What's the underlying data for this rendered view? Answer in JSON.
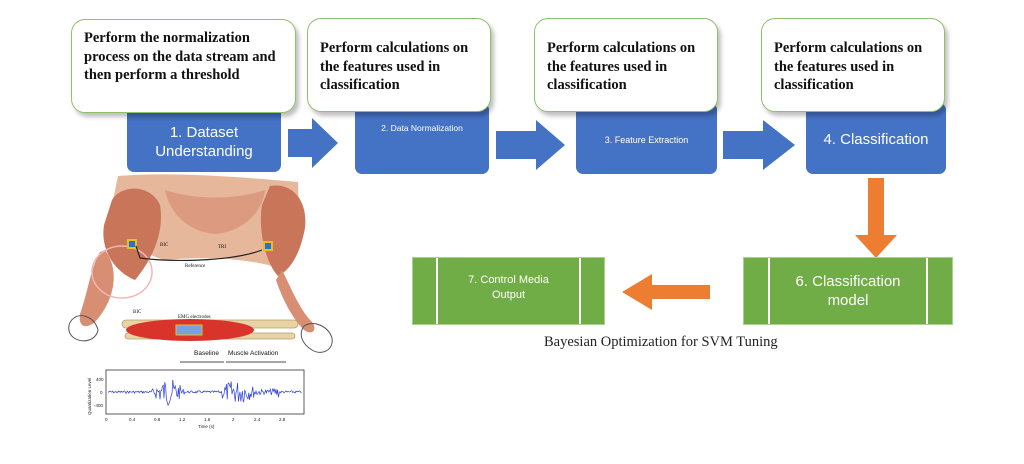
{
  "notes": [
    "Perform the normalization process on the data stream and then perform a threshold",
    "Perform calculations on the features used in classification",
    "Perform calculations on the features used in classification",
    "Perform calculations on the features used in classification"
  ],
  "steps": {
    "s1": "1. Dataset Understanding",
    "s2": "2. Data Normalization",
    "s3": "3. Feature Extraction",
    "s4": "4. Classification",
    "s6": "6. Classification model",
    "s7": "7. Control Media Output"
  },
  "caption": "Bayesian Optimization for SVM Tuning",
  "figure": {
    "bic": "BIC",
    "tri": "TRI",
    "reference": "Reference",
    "bic2": "BIC",
    "emg": "EMG electrodes",
    "baseline": "Baseline",
    "activation": "Muscle Activation",
    "ylabel": "Quantization Level",
    "xlabel": "Time (s)",
    "yticks": [
      "400",
      "0",
      "-400"
    ],
    "xticks": [
      "0",
      "0.4",
      "0.8",
      "1.2",
      "1.6",
      "2",
      "2.4",
      "2.8"
    ]
  },
  "colors": {
    "step_blue": "#4472c4",
    "arrow_blue": "#4472c4",
    "green": "#70ad47",
    "orange": "#ed7d31",
    "note_border": "#8cc26a"
  }
}
